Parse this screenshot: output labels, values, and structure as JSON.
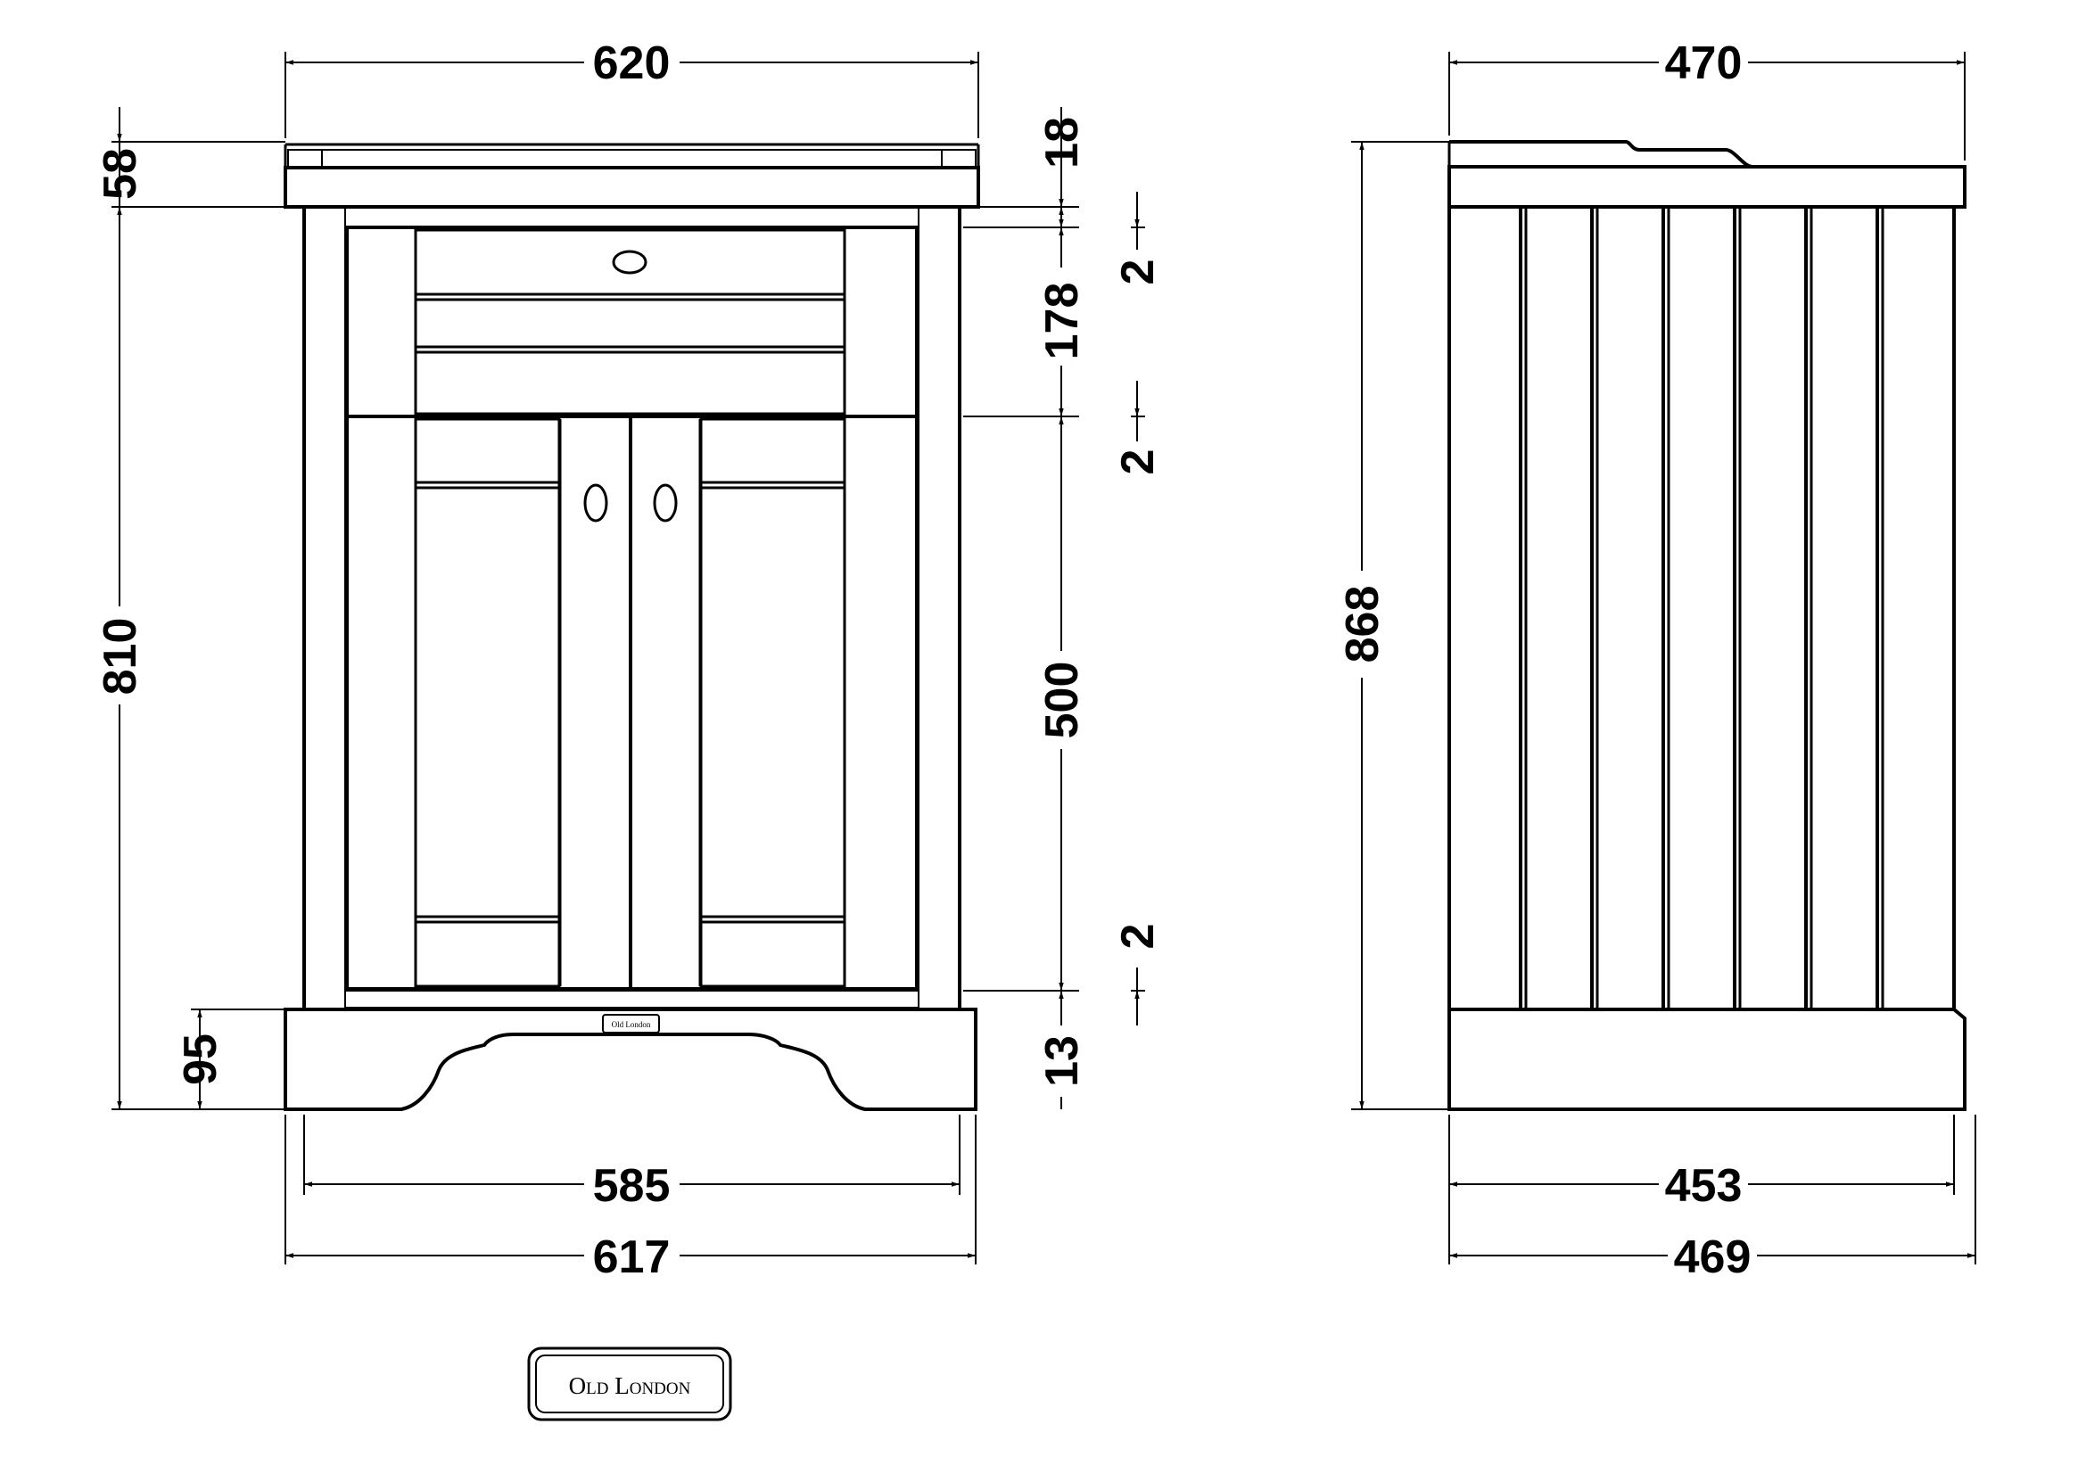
{
  "dimensions": {
    "front_top_width": "620",
    "top_thickness": "58",
    "top_lip": "18",
    "drawer_height": "178",
    "gap_top": "2",
    "gap_mid": "2",
    "gap_bottom": "2",
    "door_height": "500",
    "carcass_height": "810",
    "plinth_height": "95",
    "plinth_recess": "13",
    "inner_width": "585",
    "plinth_width": "617",
    "side_top_depth": "470",
    "overall_height": "868",
    "side_inner_depth": "453",
    "side_plinth_depth": "469"
  },
  "brand": {
    "logo_large": "Old London",
    "logo_small": "Old London"
  }
}
